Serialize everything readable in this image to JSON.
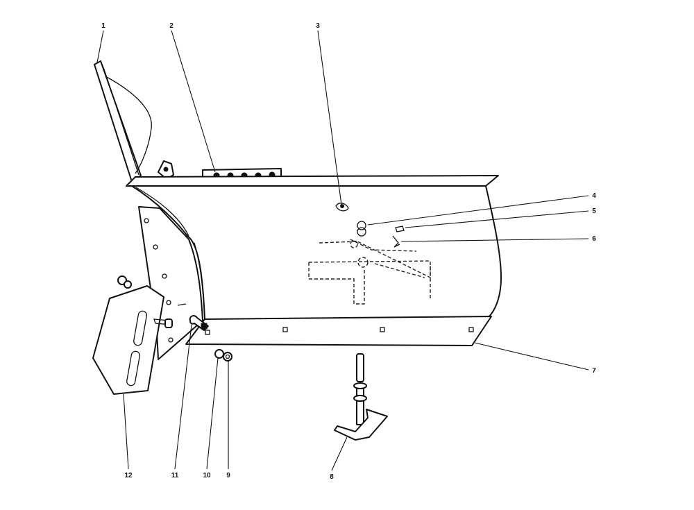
{
  "callouts": [
    {
      "label": "1"
    },
    {
      "label": "2"
    },
    {
      "label": "3"
    },
    {
      "label": "4"
    },
    {
      "label": "5"
    },
    {
      "label": "6"
    },
    {
      "label": "7"
    },
    {
      "label": "8"
    },
    {
      "label": "9"
    },
    {
      "label": "10"
    },
    {
      "label": "11"
    },
    {
      "label": "12"
    }
  ],
  "colors": {
    "ink": "#111111",
    "paper": "#ffffff"
  }
}
